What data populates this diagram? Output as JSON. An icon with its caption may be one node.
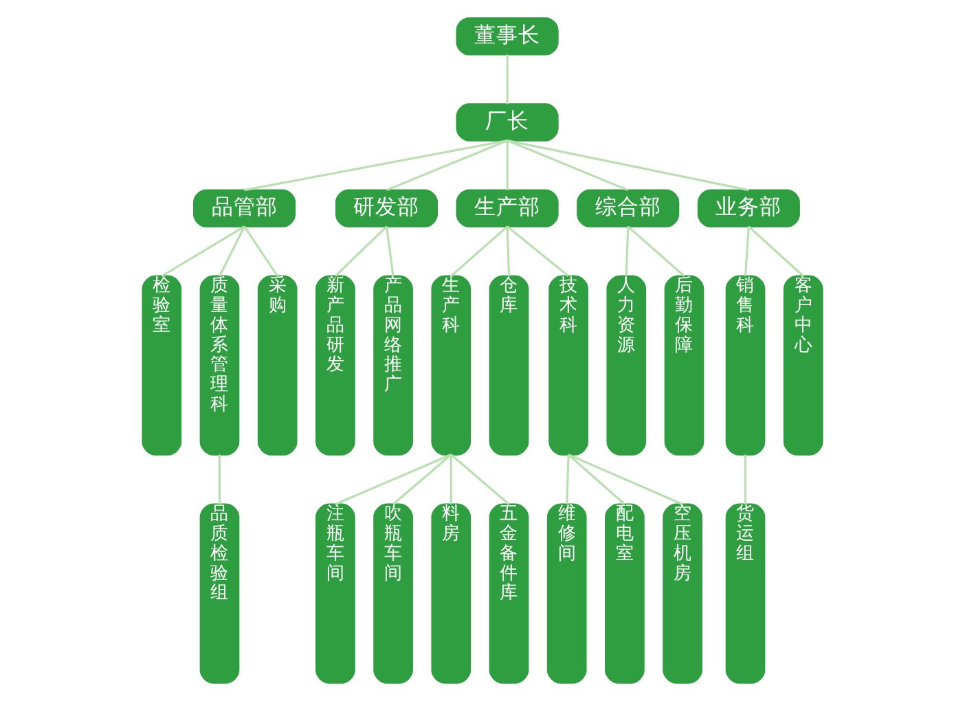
{
  "diagram": {
    "nodes": [
      {
        "text": [
          "董事长"
        ]
      },
      {
        "text": [
          "厂长"
        ]
      },
      {
        "text": [
          "品管部"
        ]
      },
      {
        "text": [
          "研发部"
        ]
      },
      {
        "text": [
          "生产部"
        ]
      },
      {
        "text": [
          "综合部"
        ]
      },
      {
        "text": [
          "业务部"
        ]
      },
      {
        "text": [
          "检验室"
        ]
      },
      {
        "text": [
          "质量体系管理科"
        ]
      },
      {
        "text": [
          "采购"
        ]
      },
      {
        "text": [
          "新产品研发"
        ]
      },
      {
        "text": [
          "产品网络推广"
        ]
      },
      {
        "text": [
          "生产科"
        ]
      },
      {
        "text": [
          "仓库"
        ]
      },
      {
        "text": [
          "技术科"
        ]
      },
      {
        "text": [
          "人力资源"
        ]
      },
      {
        "text": [
          "后勤保障"
        ]
      },
      {
        "text": [
          "销售科"
        ]
      },
      {
        "text": [
          "客户中心"
        ]
      },
      {
        "text": [
          "品质检验组"
        ]
      },
      {
        "text": [
          "注瓶车间"
        ]
      },
      {
        "text": [
          "吹瓶车间"
        ]
      },
      {
        "text": [
          "料房"
        ]
      },
      {
        "text": [
          "五金备件库"
        ]
      },
      {
        "text": [
          "维修间"
        ]
      },
      {
        "text": [
          "配电室"
        ]
      },
      {
        "text": [
          "空压机房"
        ]
      },
      {
        "text": [
          "货运组"
        ]
      }
    ],
    "edges": [
      {
        "from": 0,
        "to": 1,
        "arrow": "none"
      },
      {
        "from": 1,
        "to": 2,
        "arrow": "none"
      },
      {
        "from": 1,
        "to": 3,
        "arrow": "none"
      },
      {
        "from": 1,
        "to": 4,
        "arrow": "none"
      },
      {
        "from": 1,
        "to": 5,
        "arrow": "none"
      },
      {
        "from": 1,
        "to": 6,
        "arrow": "none"
      },
      {
        "from": 2,
        "to": 7,
        "arrow": "none"
      },
      {
        "from": 2,
        "to": 8,
        "arrow": "none"
      },
      {
        "from": 2,
        "to": 9,
        "arrow": "none"
      },
      {
        "from": 3,
        "to": 10,
        "arrow": "none"
      },
      {
        "from": 3,
        "to": 11,
        "arrow": "none"
      },
      {
        "from": 4,
        "to": 12,
        "arrow": "none"
      },
      {
        "from": 4,
        "to": 13,
        "arrow": "none"
      },
      {
        "from": 4,
        "to": 14,
        "arrow": "none"
      },
      {
        "from": 5,
        "to": 15,
        "arrow": "none"
      },
      {
        "from": 5,
        "to": 16,
        "arrow": "none"
      },
      {
        "from": 6,
        "to": 17,
        "arrow": "none"
      },
      {
        "from": 6,
        "to": 18,
        "arrow": "none"
      },
      {
        "from": 8,
        "to": 19,
        "arrow": "none"
      },
      {
        "from": 12,
        "to": 20,
        "arrow": "none"
      },
      {
        "from": 12,
        "to": 21,
        "arrow": "none"
      },
      {
        "from": 12,
        "to": 22,
        "arrow": "none"
      },
      {
        "from": 12,
        "to": 23,
        "arrow": "none"
      },
      {
        "from": 14,
        "to": 24,
        "arrow": "none"
      },
      {
        "from": 14,
        "to": 25,
        "arrow": "none"
      },
      {
        "from": 14,
        "to": 26,
        "arrow": "none"
      },
      {
        "from": 17,
        "to": 27,
        "arrow": "none"
      }
    ]
  }
}
